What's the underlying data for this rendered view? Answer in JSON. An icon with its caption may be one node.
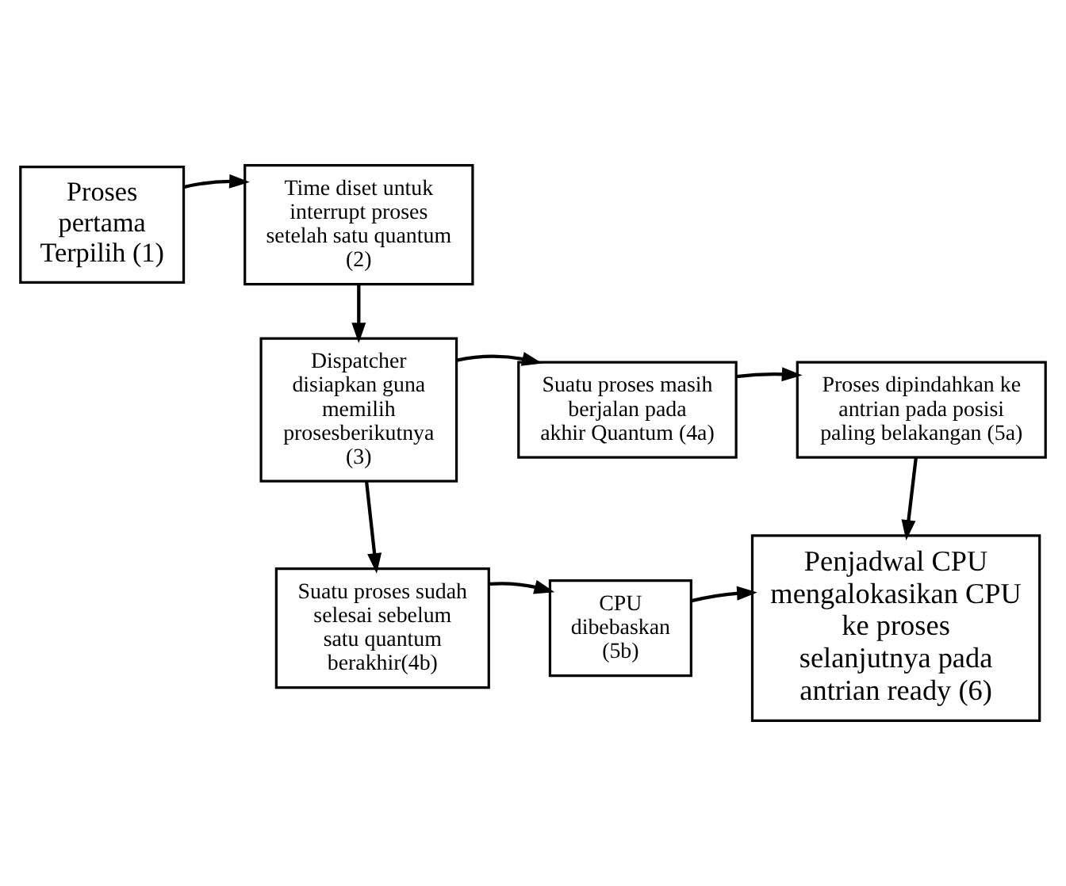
{
  "diagram": {
    "nodes": [
      {
        "text": [
          "Proses pertama Terpilih (1)"
        ]
      },
      {
        "text": [
          "Time diset untuk interrupt proses setelah satu quantum (2)"
        ]
      },
      {
        "text": [
          "Dispatcher disiapkan guna memilih prosesberikutnya (3)"
        ]
      },
      {
        "text": [
          "Suatu proses masih berjalan pada akhir Quantum (4a)"
        ]
      },
      {
        "text": [
          "Proses dipindahkan ke antrian pada posisi paling belakangan (5a)"
        ]
      },
      {
        "text": [
          "Penjadwal CPU mengalokasikan CPU ke proses selanjutnya pada antrian ready (6)"
        ]
      },
      {
        "text": [
          "Suatu proses sudah selesai sebelum satu quantum berakhir(4b)"
        ]
      },
      {
        "text": [
          "CPU dibebaskan (5b)"
        ]
      }
    ],
    "edges": [
      {
        "from": 0,
        "to": 1,
        "arrow": "to"
      },
      {
        "from": 1,
        "to": 2,
        "arrow": "to"
      },
      {
        "from": 2,
        "to": 3,
        "arrow": "to"
      },
      {
        "from": 3,
        "to": 4,
        "arrow": "to"
      },
      {
        "from": 4,
        "to": 5,
        "arrow": "to"
      },
      {
        "from": 2,
        "to": 6,
        "arrow": "to"
      },
      {
        "from": 6,
        "to": 7,
        "arrow": "to"
      },
      {
        "from": 7,
        "to": 5,
        "arrow": "to"
      }
    ]
  }
}
